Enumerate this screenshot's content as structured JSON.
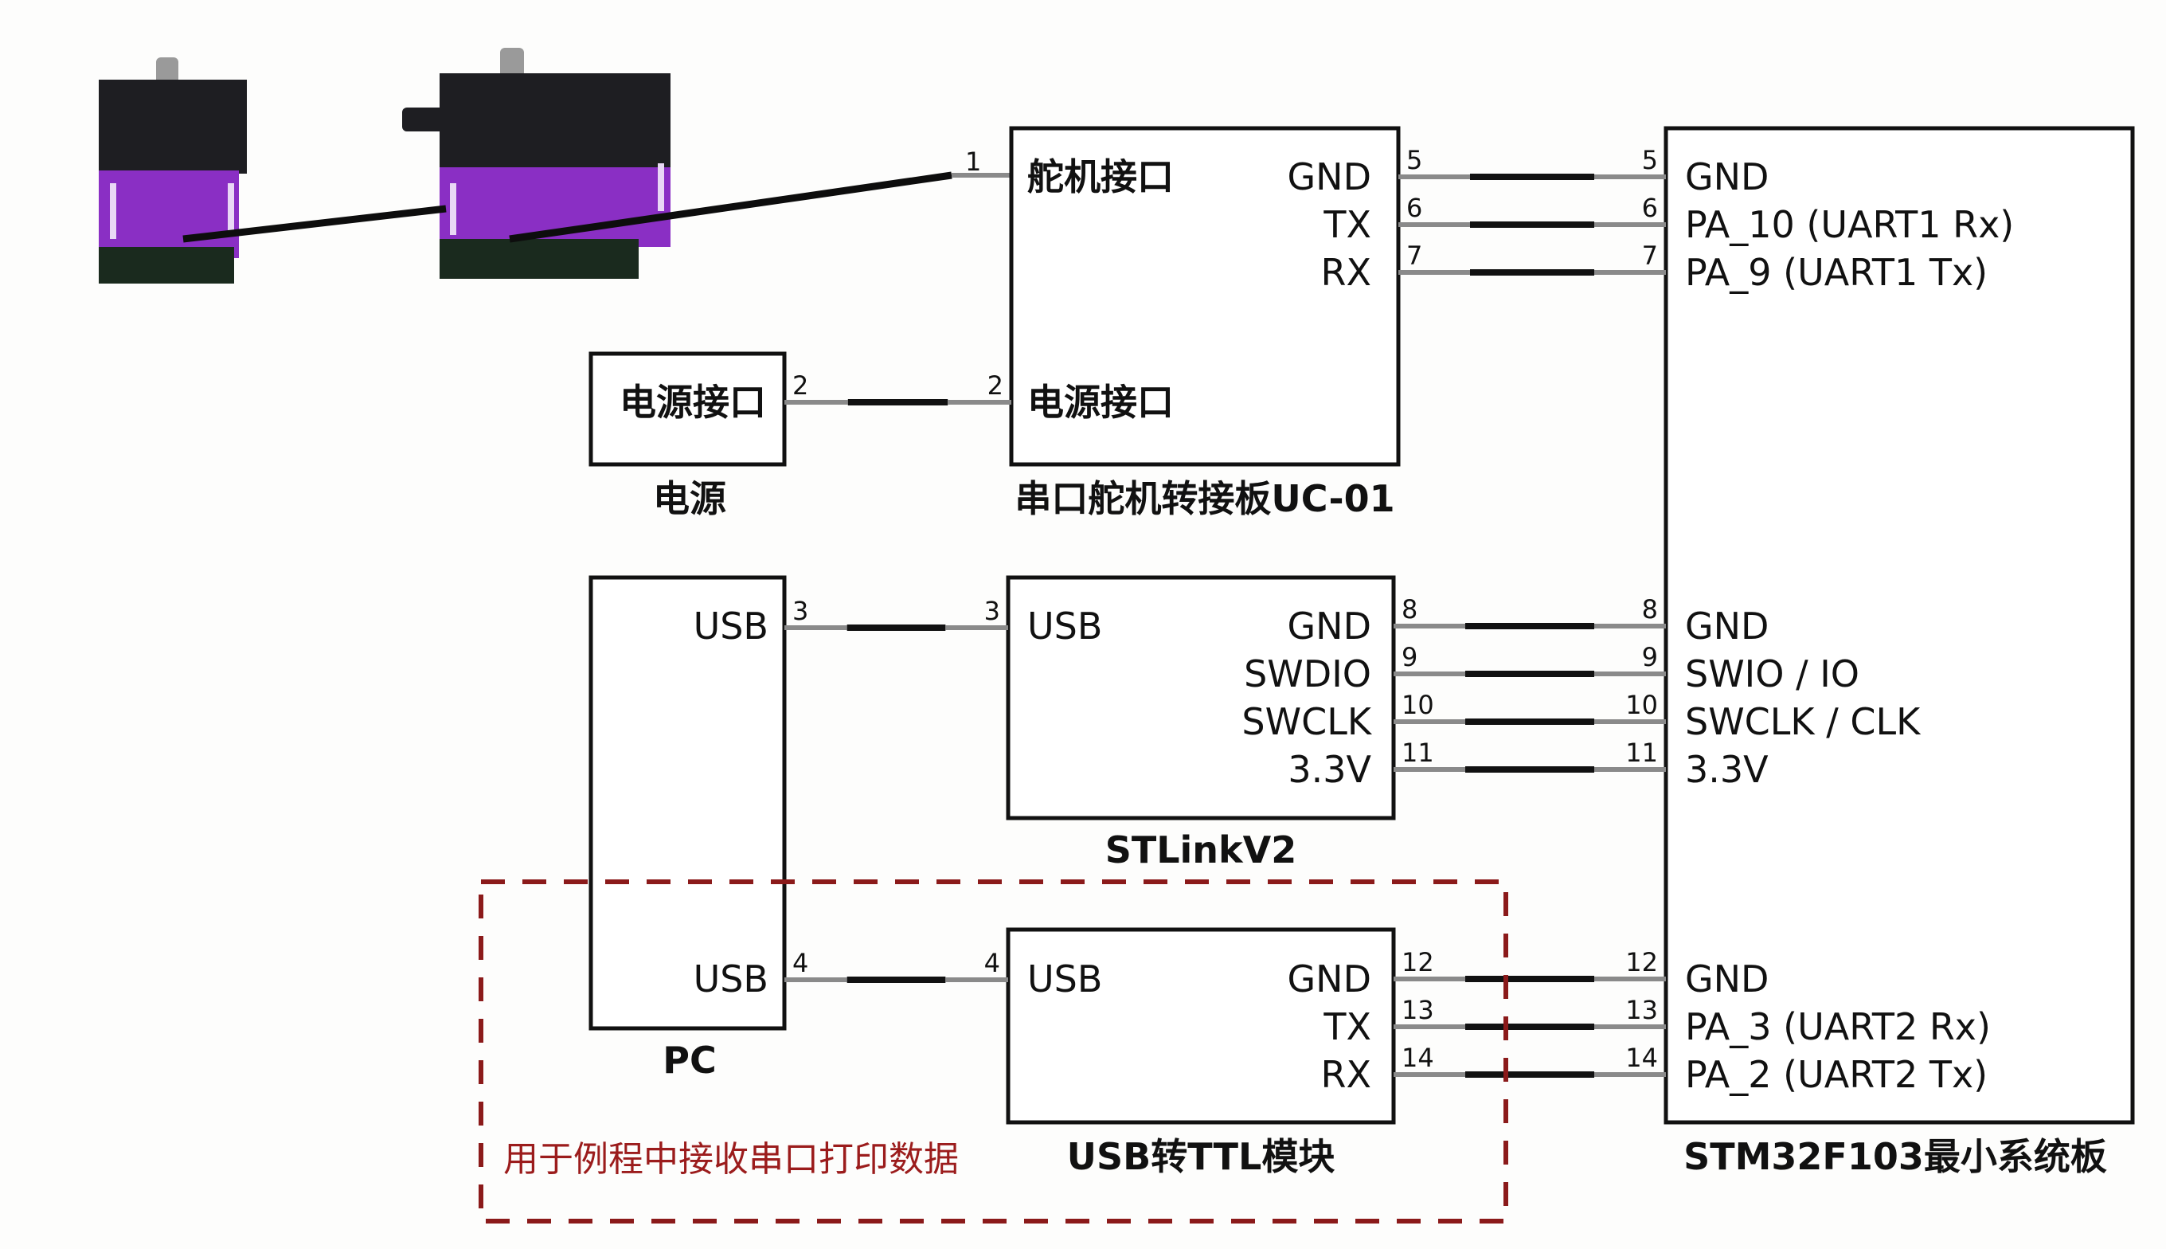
{
  "diagram": {
    "servos": {
      "label": "servo-motors-photo",
      "count": 2,
      "body_color": "#1e1e22",
      "accent_color": "#8a2fc4"
    },
    "power": {
      "inner_label": "电源接口",
      "title": "电源"
    },
    "uc01": {
      "servo_port": "舵机接口",
      "power_port": "电源接口",
      "pins": [
        "GND",
        "TX",
        "RX"
      ],
      "title": "串口舵机转接板UC-01"
    },
    "pc": {
      "ports": [
        "USB",
        "USB"
      ],
      "title": "PC"
    },
    "stlink": {
      "left_port": "USB",
      "pins": [
        "GND",
        "SWDIO",
        "SWCLK",
        "3.3V"
      ],
      "title": "STLinkV2"
    },
    "usbttl": {
      "left_port": "USB",
      "pins": [
        "GND",
        "TX",
        "RX"
      ],
      "title": "USB转TTL模块"
    },
    "stm32": {
      "pins_group1": [
        "GND",
        "PA_10 (UART1 Rx)",
        "PA_9 (UART1 Tx)"
      ],
      "pins_group2": [
        "GND",
        "SWIO / IO",
        "SWCLK / CLK",
        "3.3V"
      ],
      "pins_group3": [
        "GND",
        "PA_3 (UART2 Rx)",
        "PA_2 (UART2 Tx)"
      ],
      "title": "STM32F103最小系统板"
    },
    "wires": [
      {
        "id": "1",
        "from": "servo",
        "to": "uc01-servo-port"
      },
      {
        "id": "2",
        "from": "power",
        "to": "uc01-power-port"
      },
      {
        "id": "3",
        "from": "pc-usb",
        "to": "stlink-usb"
      },
      {
        "id": "4",
        "from": "pc-usb",
        "to": "usbttl-usb"
      },
      {
        "id": "5",
        "from": "uc01-GND",
        "to": "stm32-GND"
      },
      {
        "id": "6",
        "from": "uc01-TX",
        "to": "stm32-PA_10"
      },
      {
        "id": "7",
        "from": "uc01-RX",
        "to": "stm32-PA_9"
      },
      {
        "id": "8",
        "from": "stlink-GND",
        "to": "stm32-GND"
      },
      {
        "id": "9",
        "from": "stlink-SWDIO",
        "to": "stm32-SWIO"
      },
      {
        "id": "10",
        "from": "stlink-SWCLK",
        "to": "stm32-SWCLK"
      },
      {
        "id": "11",
        "from": "stlink-3.3V",
        "to": "stm32-3.3V"
      },
      {
        "id": "12",
        "from": "usbttl-GND",
        "to": "stm32-GND"
      },
      {
        "id": "13",
        "from": "usbttl-TX",
        "to": "stm32-PA_3"
      },
      {
        "id": "14",
        "from": "usbttl-RX",
        "to": "stm32-PA_2"
      }
    ],
    "note": {
      "text": "用于例程中接收串口打印数据",
      "color": "#9b1c1c"
    }
  }
}
